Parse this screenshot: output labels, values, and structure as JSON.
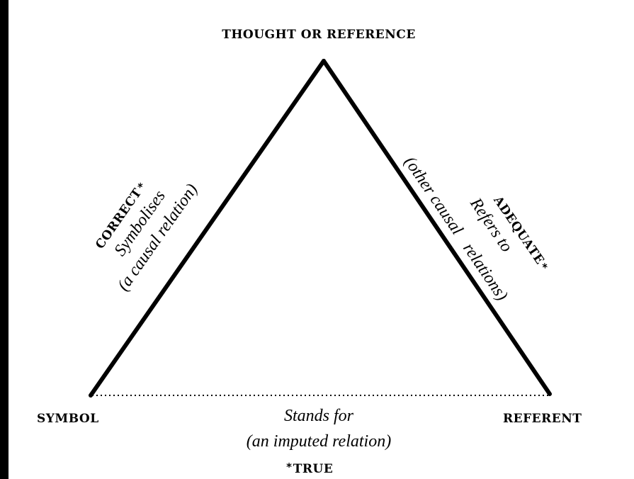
{
  "apex_label": "THOUGHT OR REFERENCE",
  "left_vertex_label": "SYMBOL",
  "right_vertex_label": "REFERENT",
  "left_side": {
    "caps": "CORRECT",
    "star": "*",
    "verb": "Symbolises",
    "relation": "(a causal relation)"
  },
  "right_side": {
    "caps": "ADEQUATE",
    "star": "*",
    "verb": "Refers to",
    "relation_line1": "(other causal",
    "relation_line2": "relations)"
  },
  "base": {
    "verb": "Stands for",
    "relation": "(an imputed relation)",
    "star": "*",
    "caps": "TRUE"
  }
}
